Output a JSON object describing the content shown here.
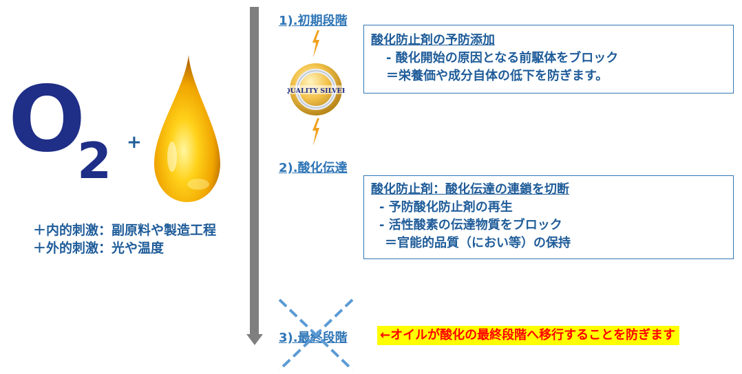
{
  "left": {
    "o2_letter": "O",
    "o2_sub": "2",
    "plus": "+",
    "drop_icon": "oil-drop-icon",
    "stimuli": [
      "＋内的刺激：副原料や製造工程",
      "＋外的刺激：光や温度"
    ]
  },
  "stages": [
    {
      "label": "1).初期段階"
    },
    {
      "label": "2).酸化伝達"
    },
    {
      "label": "3).最終段階"
    }
  ],
  "badge": {
    "text": "QUALITY SILVER",
    "icon": "quality-silver-badge"
  },
  "box1": {
    "title": "酸化防止剤の予防添加",
    "lines": [
      "- 酸化開始の原因となる前駆体をブロック",
      "＝栄養価や成分自体の低下を防ぎます。"
    ]
  },
  "box2": {
    "title": "酸化防止剤：酸化伝達の連鎖を切断",
    "lines": [
      "- 予防酸化防止剤の再生",
      "- 活性酸素の伝達物質をブロック",
      "＝官能的品質（におい等）の保持"
    ]
  },
  "final_note": "←オイルが酸化の最終段階へ移行することを防ぎます",
  "colors": {
    "navy": "#1f2e86",
    "blue_text": "#1f5c99",
    "link_blue": "#2e75b6",
    "arrow_gray": "#7f7f7f",
    "cross_blue": "#5b9bd5",
    "highlight": "#ffff00",
    "alert_red": "#ff0000",
    "drop_gold": "#f5b400",
    "bolt_orange": "#f0a01e"
  }
}
